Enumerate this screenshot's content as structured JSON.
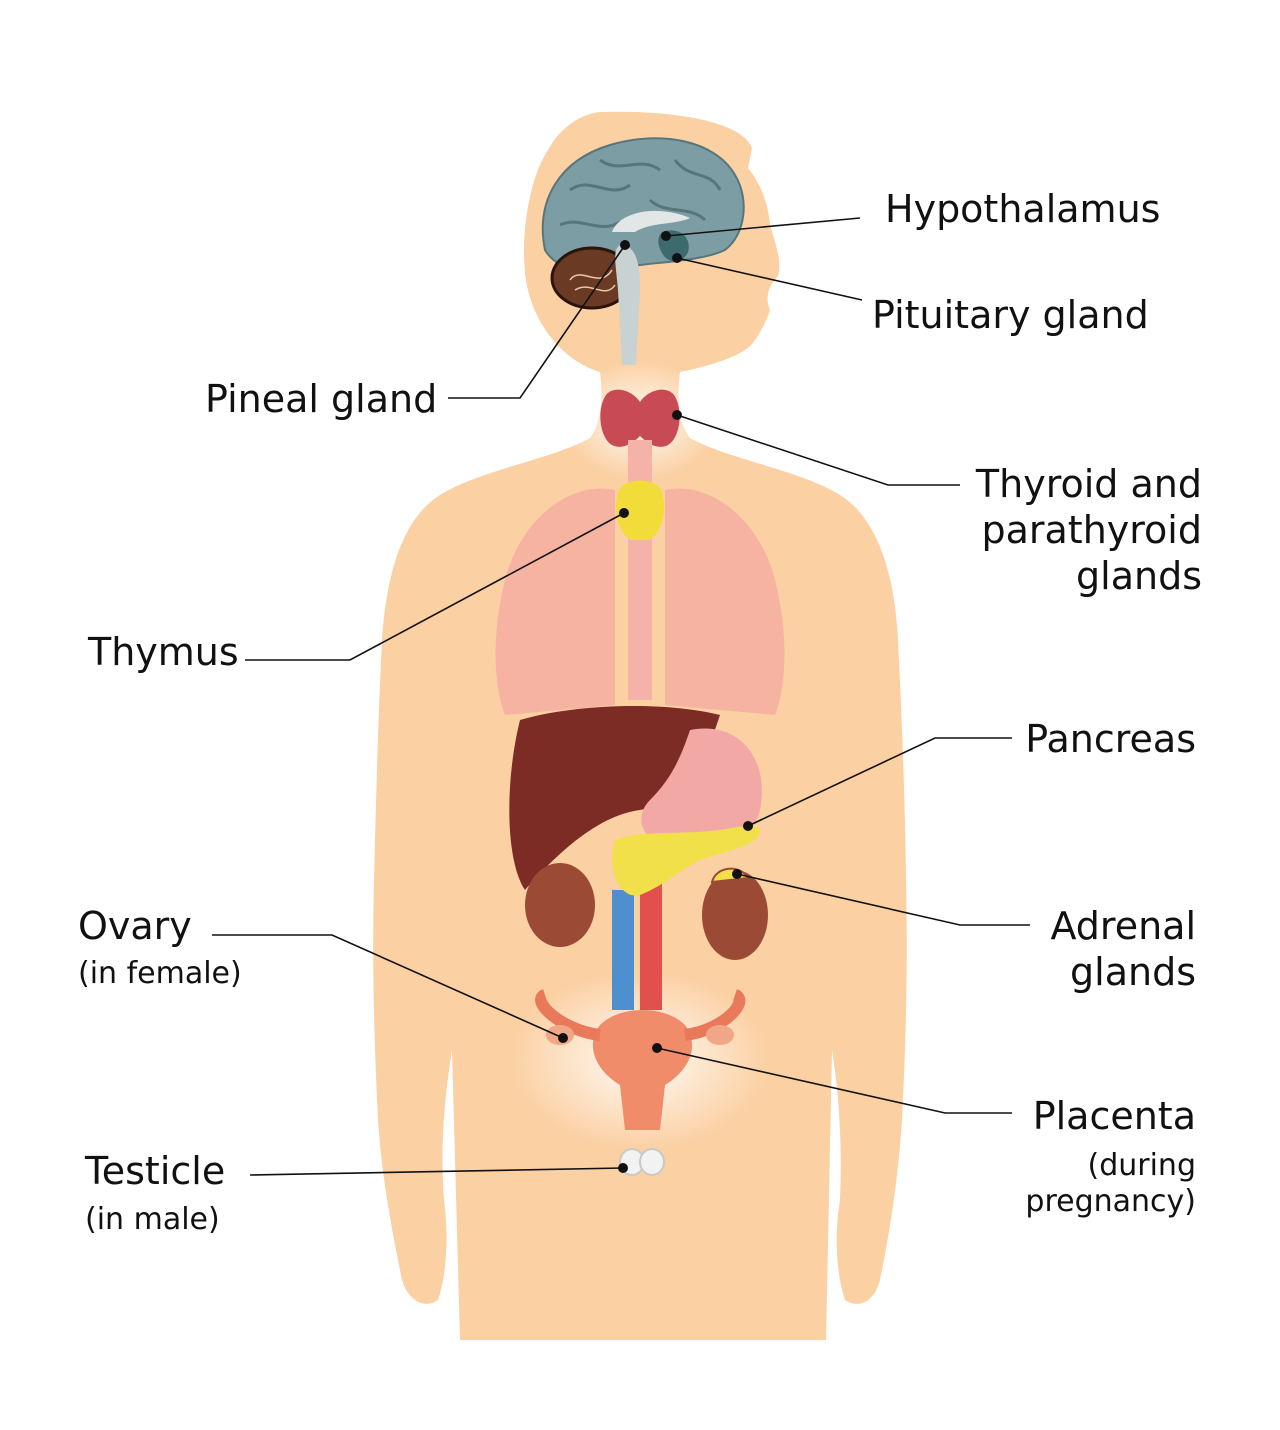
{
  "labels": {
    "hypothalamus": "Hypothalamus",
    "pituitary": "Pituitary gland",
    "pineal": "Pineal gland",
    "thyroid_1": "Thyroid and",
    "thyroid_2": "parathyroid",
    "thyroid_3": "glands",
    "thymus": "Thymus",
    "pancreas": "Pancreas",
    "adrenal_1": "Adrenal",
    "adrenal_2": "glands",
    "ovary": "Ovary",
    "ovary_note": "(in female)",
    "placenta": "Placenta",
    "placenta_note_1": "(during",
    "placenta_note_2": "pregnancy)",
    "testicle": "Testicle",
    "testicle_note": "(in male)"
  },
  "colors": {
    "skin": "#fbd0a3",
    "brain": "#7d9da4",
    "cerebellum": "#6b3a25",
    "thyroid": "#c84a55",
    "thymus": "#f2dc3a",
    "lungs": "#f6b3a2",
    "liver": "#7c2b25",
    "stomach": "#f2a9a6",
    "pancreas": "#f1e04a",
    "kidney": "#9b4a35",
    "vein": "#4d8fcf",
    "artery": "#e2504d",
    "uterus": "#f08c6a"
  }
}
